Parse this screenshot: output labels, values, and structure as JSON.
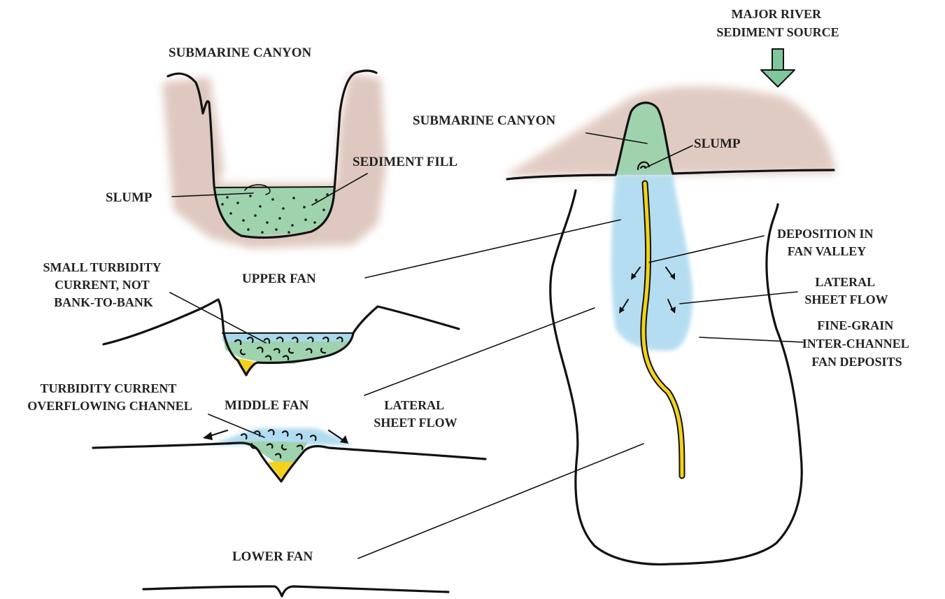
{
  "labels": {
    "canyon_title": "SUBMARINE CANYON",
    "sediment_fill": "SEDIMENT FILL",
    "slump_left": "SLUMP",
    "small_turbidity": [
      "SMALL TURBIDITY",
      "CURRENT, NOT",
      "BANK-TO-BANK"
    ],
    "upper_fan": "UPPER FAN",
    "turbidity_overflow": [
      "TURBIDITY CURRENT",
      "OVERFLOWING CHANNEL"
    ],
    "middle_fan": "MIDDLE FAN",
    "lateral_sheet_flow_left": [
      "LATERAL",
      "SHEET FLOW"
    ],
    "lower_fan": "LOWER FAN",
    "major_river": [
      "MAJOR RIVER",
      "SEDIMENT SOURCE"
    ],
    "canyon_plan": "SUBMARINE CANYON",
    "slump_right": "SLUMP",
    "deposition": [
      "DEPOSITION IN",
      "FAN VALLEY"
    ],
    "lateral_sheet_flow_right": [
      "LATERAL",
      "SHEET FLOW"
    ],
    "fine_grain": [
      "FINE-GRAIN",
      "INTER-CHANNEL",
      "FAN DEPOSITS"
    ]
  },
  "colors": {
    "ink": "#111111",
    "sediment_green": "#9fd3ae",
    "flow_blue": "#a9d8ef",
    "channel_yellow": "#f2d21b",
    "continent_brown": "#d9bfb4",
    "arrow_green": "#7fc79a"
  }
}
